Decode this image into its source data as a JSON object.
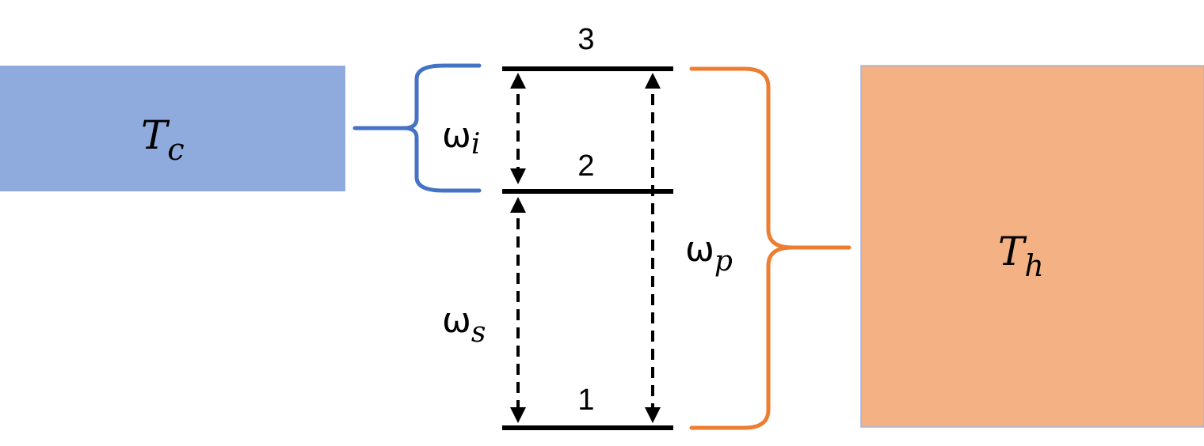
{
  "colors": {
    "cold_reservoir": "#8faadc",
    "hot_reservoir": "#f4b183",
    "cold_brace": "#4472c4",
    "hot_brace": "#ed7d31",
    "levels": "#000000"
  },
  "reservoirs": {
    "cold": {
      "symbol": "T",
      "subscript": "c"
    },
    "hot": {
      "symbol": "T",
      "subscript": "h"
    }
  },
  "levels": {
    "level_3": "3",
    "level_2": "2",
    "level_1": "1"
  },
  "transitions": {
    "idler": {
      "symbol": "ω",
      "subscript": "i"
    },
    "signal": {
      "symbol": "ω",
      "subscript": "s"
    },
    "pump": {
      "symbol": "ω",
      "subscript": "p"
    }
  }
}
